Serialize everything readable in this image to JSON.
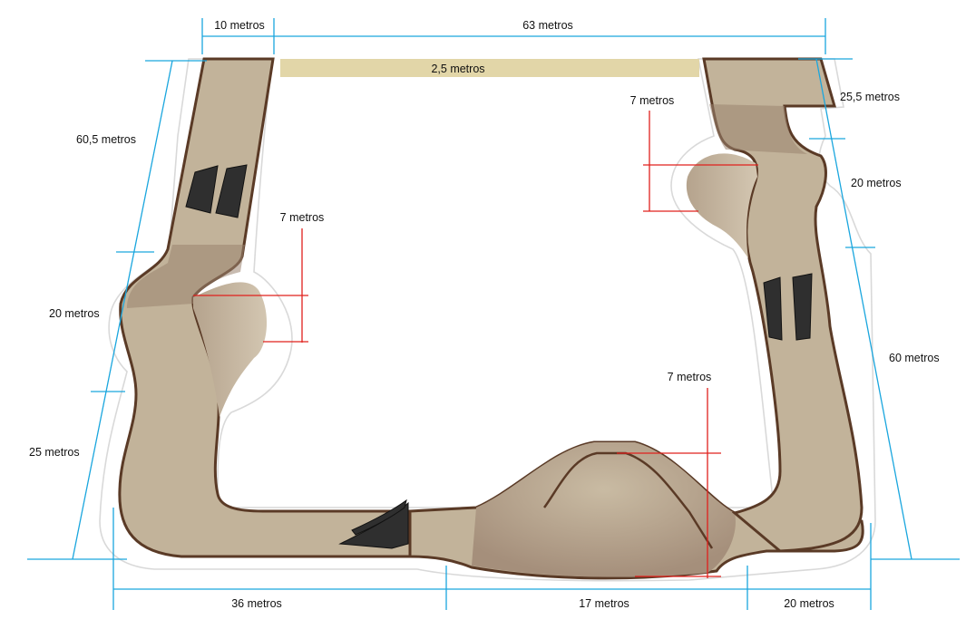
{
  "colors": {
    "track_fill": "#c2b39a",
    "track_edge": "#5a3a26",
    "track_shadow": "#9b8370",
    "outline": "#d9d9d9",
    "strip": "#e2d6a8",
    "dimension_line": "#1aa6de",
    "red_marker": "#e0201c",
    "ramp": "#2f2f2f"
  },
  "labels": {
    "top_left_width": "10 metros",
    "top_span": "63 metros",
    "top_strip": "2,5 metros",
    "right_top": "25,5 metros",
    "left_upper": "60,5 metros",
    "left_middle": "20 metros",
    "left_lower": "25 metros",
    "right_middle": "20 metros",
    "right_lower": "60 metros",
    "bottom_left": "36 metros",
    "bottom_middle": "17 metros",
    "bottom_right": "20 metros",
    "bump_left": "7 metros",
    "bump_right": "7 metros",
    "bump_bottom": "7 metros"
  },
  "icons": [
    "ramp-icon",
    "ramp-icon",
    "ramp-icon"
  ]
}
